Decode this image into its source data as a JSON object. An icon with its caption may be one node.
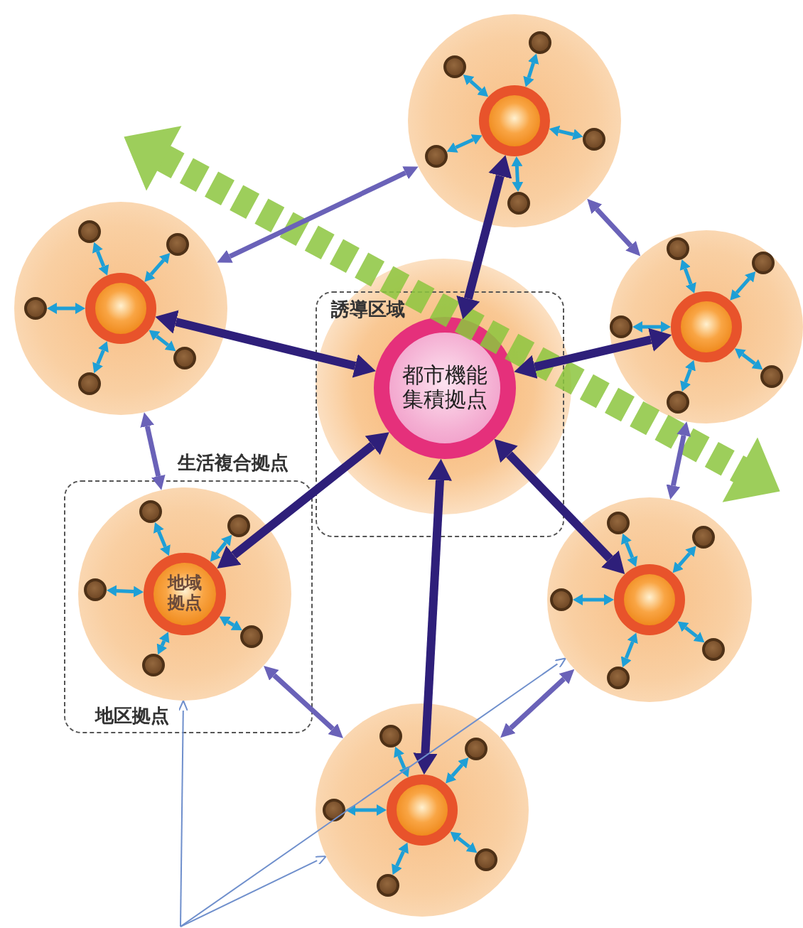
{
  "diagram": {
    "nodes": [
      {
        "text": [],
        "shape": "circle"
      },
      {
        "text": [],
        "shape": "circle",
        "in": 0
      },
      {
        "text": [],
        "shape": "circle",
        "in": 0
      },
      {
        "text": [],
        "shape": "circle",
        "in": 0
      },
      {
        "text": [],
        "shape": "circle",
        "in": 0
      },
      {
        "text": [],
        "shape": "circle",
        "in": 0
      },
      {
        "text": [],
        "shape": "circle",
        "in": 0
      },
      {
        "text": [],
        "shape": "circle"
      },
      {
        "text": [],
        "shape": "circle",
        "in": 7
      },
      {
        "text": [],
        "shape": "circle",
        "in": 7
      },
      {
        "text": [],
        "shape": "circle",
        "in": 7
      },
      {
        "text": [],
        "shape": "circle",
        "in": 7
      },
      {
        "text": [],
        "shape": "circle",
        "in": 7
      },
      {
        "text": [],
        "shape": "circle",
        "in": 7
      },
      {
        "text": [],
        "shape": "circle"
      },
      {
        "text": [],
        "shape": "circle",
        "in": 14
      },
      {
        "text": [],
        "shape": "circle",
        "in": 14
      },
      {
        "text": [],
        "shape": "circle",
        "in": 14
      },
      {
        "text": [],
        "shape": "circle",
        "in": 14
      },
      {
        "text": [],
        "shape": "circle",
        "in": 14
      },
      {
        "text": [],
        "shape": "circle",
        "in": 14
      },
      {
        "text": [
          "誘導区域"
        ]
      },
      {
        "text": [
          "都市機能集積拠点"
        ],
        "in": 21
      },
      {
        "text": [
          "生活複合拠点",
          "地区拠点"
        ]
      },
      {
        "text": [],
        "shape": "circle",
        "in": 23
      },
      {
        "text": [
          "地域拠点"
        ],
        "in": 24
      },
      {
        "text": [],
        "shape": "circle",
        "in": 24
      },
      {
        "text": [],
        "shape": "circle",
        "in": 24
      },
      {
        "text": [],
        "shape": "circle",
        "in": 24
      },
      {
        "text": [],
        "shape": "circle",
        "in": 24
      },
      {
        "text": [],
        "shape": "circle",
        "in": 24
      },
      {
        "text": [],
        "shape": "circle"
      },
      {
        "text": [],
        "shape": "circle",
        "in": 31
      },
      {
        "text": [],
        "shape": "circle",
        "in": 31
      },
      {
        "text": [],
        "shape": "circle",
        "in": 31
      },
      {
        "text": [],
        "shape": "circle",
        "in": 31
      },
      {
        "text": [],
        "shape": "circle",
        "in": 31
      },
      {
        "text": [],
        "shape": "circle",
        "in": 31
      },
      {
        "text": [],
        "shape": "circle"
      },
      {
        "text": [],
        "shape": "circle",
        "in": 38
      },
      {
        "text": [],
        "shape": "circle",
        "in": 38
      },
      {
        "text": [],
        "shape": "circle",
        "in": 38
      },
      {
        "text": [],
        "shape": "circle",
        "in": 38
      },
      {
        "text": [],
        "shape": "circle",
        "in": 38
      },
      {
        "text": [],
        "shape": "circle",
        "in": 38
      }
    ],
    "edges": [
      {
        "from": 2,
        "to": 1,
        "arrow": "both"
      },
      {
        "from": 3,
        "to": 1,
        "arrow": "both"
      },
      {
        "from": 1,
        "to": 4,
        "arrow": "both"
      },
      {
        "from": 1,
        "to": 5,
        "arrow": "both"
      },
      {
        "from": 1,
        "to": 6,
        "arrow": "both"
      },
      {
        "from": 9,
        "to": 8,
        "arrow": "both"
      },
      {
        "from": 10,
        "to": 8,
        "arrow": "both"
      },
      {
        "from": 8,
        "to": 11,
        "arrow": "both"
      },
      {
        "from": 8,
        "to": 12,
        "arrow": "both"
      },
      {
        "from": 8,
        "to": 13,
        "arrow": "both"
      },
      {
        "from": 16,
        "to": 15,
        "arrow": "both"
      },
      {
        "from": 17,
        "to": 15,
        "arrow": "both"
      },
      {
        "from": 15,
        "to": 18,
        "arrow": "both"
      },
      {
        "from": 15,
        "to": 19,
        "arrow": "both"
      },
      {
        "from": 15,
        "to": 20,
        "arrow": "both"
      },
      {
        "from": 26,
        "to": 25,
        "arrow": "both"
      },
      {
        "from": 27,
        "to": 25,
        "arrow": "both"
      },
      {
        "from": 25,
        "to": 28,
        "arrow": "both"
      },
      {
        "from": 25,
        "to": 29,
        "arrow": "both"
      },
      {
        "from": 25,
        "to": 30,
        "arrow": "both"
      },
      {
        "from": 33,
        "to": 32,
        "arrow": "both"
      },
      {
        "from": 34,
        "to": 32,
        "arrow": "both"
      },
      {
        "from": 32,
        "to": 35,
        "arrow": "both"
      },
      {
        "from": 32,
        "to": 36,
        "arrow": "both"
      },
      {
        "from": 32,
        "to": 37,
        "arrow": "both"
      },
      {
        "from": 40,
        "to": 39,
        "arrow": "both"
      },
      {
        "from": 41,
        "to": 39,
        "arrow": "both"
      },
      {
        "from": 39,
        "to": 42,
        "arrow": "both"
      },
      {
        "from": 39,
        "to": 43,
        "arrow": "both"
      },
      {
        "from": 39,
        "to": 44,
        "arrow": "both"
      },
      {
        "from": 1,
        "to": 22,
        "arrow": "both",
        "style": "thick",
        "color": "#2e1f7a"
      },
      {
        "from": 8,
        "to": 22,
        "arrow": "both",
        "style": "thick",
        "color": "#2e1f7a"
      },
      {
        "from": 15,
        "to": 22,
        "arrow": "both",
        "style": "thick",
        "color": "#2e1f7a"
      },
      {
        "from": 22,
        "to": 25,
        "arrow": "both",
        "style": "thick",
        "color": "#2e1f7a"
      },
      {
        "from": 22,
        "to": 32,
        "arrow": "both",
        "style": "thick",
        "color": "#2e1f7a"
      },
      {
        "from": 22,
        "to": 39,
        "arrow": "both",
        "style": "thick",
        "color": "#2e1f7a"
      },
      {
        "from": 7,
        "to": 0,
        "arrow": "both",
        "color": "#6a62b8"
      },
      {
        "from": 0,
        "to": 14,
        "arrow": "both",
        "color": "#6a62b8"
      },
      {
        "from": 14,
        "to": 31,
        "arrow": "both",
        "color": "#6a62b8"
      },
      {
        "from": 31,
        "to": 38,
        "arrow": "both",
        "color": "#6a62b8"
      },
      {
        "from": 24,
        "to": 38,
        "arrow": "both",
        "color": "#6a62b8"
      },
      {
        "from": 7,
        "to": 24,
        "arrow": "both",
        "color": "#6a62b8"
      },
      {
        "from": null,
        "to": 24,
        "arrow": "to",
        "color": "#6f8fcc"
      },
      {
        "from": null,
        "to": 38,
        "arrow": "to",
        "color": "#6f8fcc"
      },
      {
        "from": null,
        "to": 31,
        "arrow": "to",
        "color": "#6f8fcc"
      }
    ]
  }
}
